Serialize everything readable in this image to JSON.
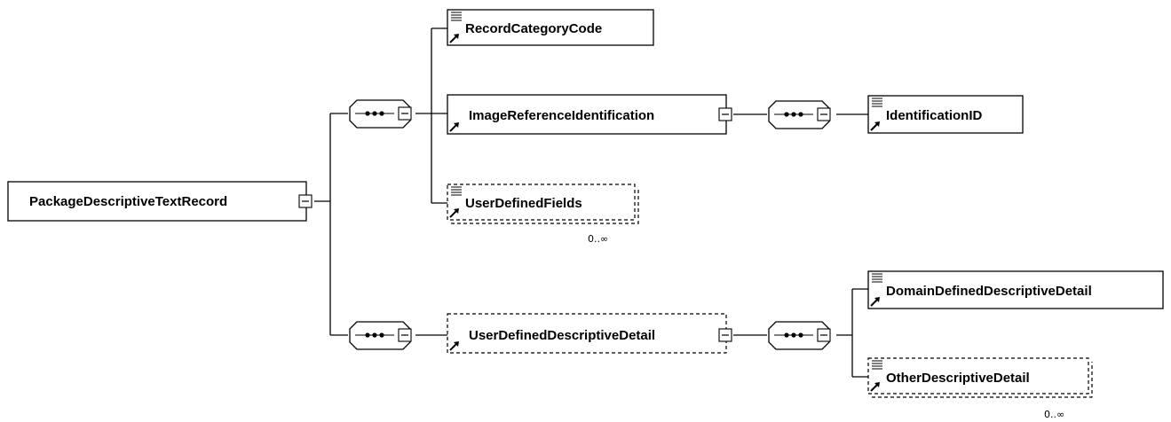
{
  "diagram": {
    "root": {
      "label": "PackageDescriptiveTextRecord",
      "icon": "collapse-minus-icon"
    },
    "sequence_icon": "sequence-dots-icon",
    "simple_content_icon": "simple-content-lines-icon",
    "reference_icon": "reference-arrow-icon",
    "elements": {
      "record_category_code": {
        "label": "RecordCategoryCode"
      },
      "image_reference_identification": {
        "label": "ImageReferenceIdentification"
      },
      "identification_id": {
        "label": "IdentificationID"
      },
      "user_defined_fields": {
        "label": "UserDefinedFields",
        "occurrence": "0..∞"
      },
      "user_defined_descriptive_detail": {
        "label": "UserDefinedDescriptiveDetail"
      },
      "domain_defined_descriptive_detail": {
        "label": "DomainDefinedDescriptiveDetail"
      },
      "other_descriptive_detail": {
        "label": "OtherDescriptiveDetail",
        "occurrence": "0..∞"
      }
    }
  }
}
